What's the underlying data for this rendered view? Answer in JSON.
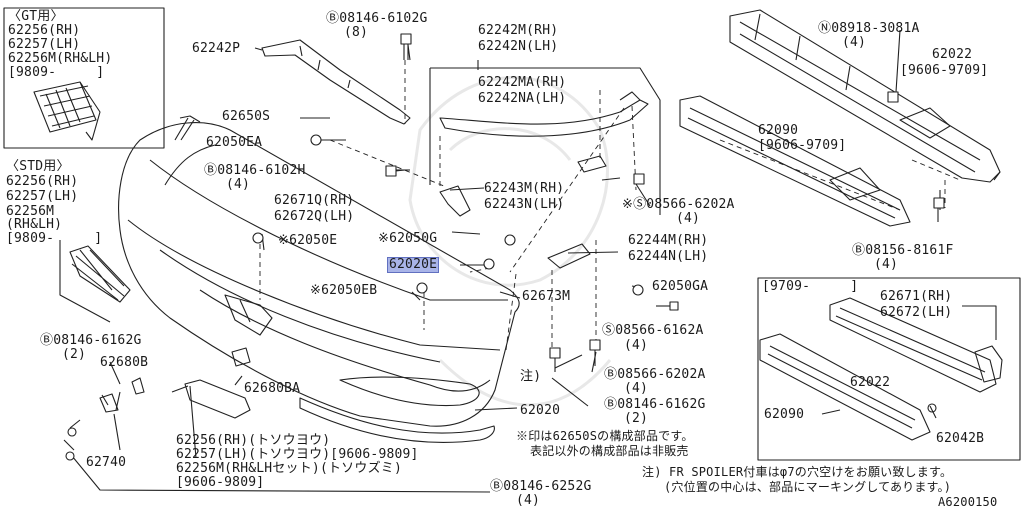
{
  "inset_gt": {
    "l1": "〈GT用〉",
    "l2": "62256(RH)",
    "l3": "62257(LH)",
    "l4": "62256M(RH&LH)",
    "l5": "[9809-     ]"
  },
  "inset_std": {
    "l1": "〈STD用〉",
    "l2": "62256(RH)",
    "l3": "62257(LH)",
    "l4": "62256M",
    "l5": "(RH&LH)",
    "l6": "[9809-     ]"
  },
  "labels": {
    "p62242P": "62242P",
    "b6102G": "Ⓑ08146-6102G",
    "b6102G_q": "(8)",
    "p62242M": "62242M(RH)",
    "p62242N": "62242N(LH)",
    "p62242MA": "62242MA(RH)",
    "p62242NA": "62242NA(LH)",
    "n3081A": "Ⓝ08918-3081A",
    "n3081A_q": "(4)",
    "p62022": "62022",
    "p62022_r": "[9606-9709]",
    "p62650S": "62650S",
    "p62050EA": "62050EA",
    "p62090": "62090",
    "p62090_r": "[9606-9709]",
    "b6102H": "Ⓑ08146-6102H",
    "b6102H_q": "(4)",
    "p62243M": "62243M(RH)",
    "p62243N": "62243N(LH)",
    "p62671Q": "62671Q(RH)",
    "p62672Q": "62672Q(LH)",
    "s6202A_1": "※Ⓢ08566-6202A",
    "s6202A_1q": "(4)",
    "p62050E": "※62050E",
    "p62050G": "※62050G",
    "p62244M": "62244M(RH)",
    "p62244N": "62244N(LH)",
    "b8161F": "Ⓑ08156-8161F",
    "b8161F_q": "(4)",
    "p62020E": "62020E",
    "p62050EB": "※62050EB",
    "p62673M": "62673M",
    "p62050GA": "62050GA",
    "b6162G_1": "Ⓑ08146-6162G",
    "b6162G_1q": "(2)",
    "s6162A": "Ⓢ08566-6162A",
    "s6162A_q": "(4)",
    "p62680B": "62680B",
    "p62680BA": "62680BA",
    "chu": "注)",
    "s6202A_2": "Ⓑ08566-6202A",
    "s6202A_2q": "(4)",
    "b6162G_2": "Ⓑ08146-6162G",
    "b6162G_2q": "(2)",
    "p62020": "62020",
    "p62740": "62740",
    "g1": "62256(RH)(トソウヨウ)",
    "g2": "62257(LH)(トソウヨウ)[9606-9809]",
    "g3": "62256M(RH&LHセット)(トソウズミ)",
    "g4": "[9606-9809]",
    "note1": "※印は62650Sの構成部品です。",
    "note2": "表記以外の構成部品は非販売",
    "b6252G": "Ⓑ08146-6252G",
    "b6252G_q": "(4)",
    "foot1": "注) FR SPOILER付車はφ7の穴空けをお願い致します。",
    "foot2": "(穴位置の中心は、部品にマーキングしてあります。)",
    "code": "A6200150"
  },
  "inset_new": {
    "range": "[9709-     ]",
    "l1": "62671(RH)",
    "l2": "62672(LH)",
    "l3": "62022",
    "l4": "62090",
    "l5": "62042B"
  }
}
